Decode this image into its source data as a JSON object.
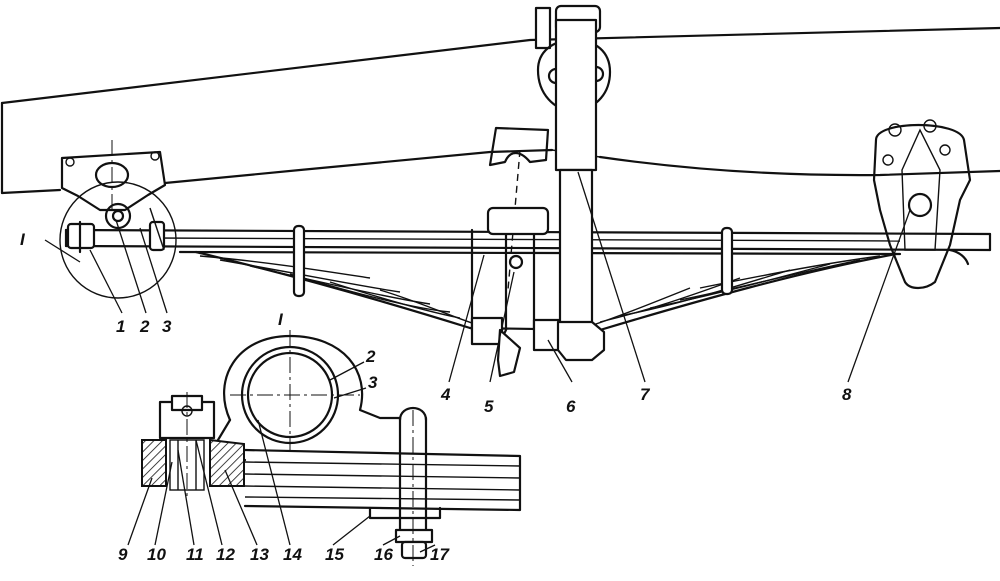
{
  "callouts": [
    {
      "id": "c1",
      "text": "1"
    },
    {
      "id": "c2",
      "text": "2"
    },
    {
      "id": "c3",
      "text": "3"
    },
    {
      "id": "c4",
      "text": "4"
    },
    {
      "id": "c5",
      "text": "5"
    },
    {
      "id": "c6",
      "text": "6"
    },
    {
      "id": "c7",
      "text": "7"
    },
    {
      "id": "c8",
      "text": "8"
    },
    {
      "id": "c2b",
      "text": "2"
    },
    {
      "id": "c3b",
      "text": "3"
    },
    {
      "id": "c9",
      "text": "9"
    },
    {
      "id": "c10",
      "text": "10"
    },
    {
      "id": "c11",
      "text": "11"
    },
    {
      "id": "c12",
      "text": "12"
    },
    {
      "id": "c13",
      "text": "13"
    },
    {
      "id": "c14",
      "text": "14"
    },
    {
      "id": "c15",
      "text": "15"
    },
    {
      "id": "c16",
      "text": "16"
    },
    {
      "id": "c17",
      "text": "17"
    }
  ],
  "detail_markers": [
    {
      "id": "detail-main",
      "text": "I"
    },
    {
      "id": "detail-zoom",
      "text": "I"
    }
  ]
}
